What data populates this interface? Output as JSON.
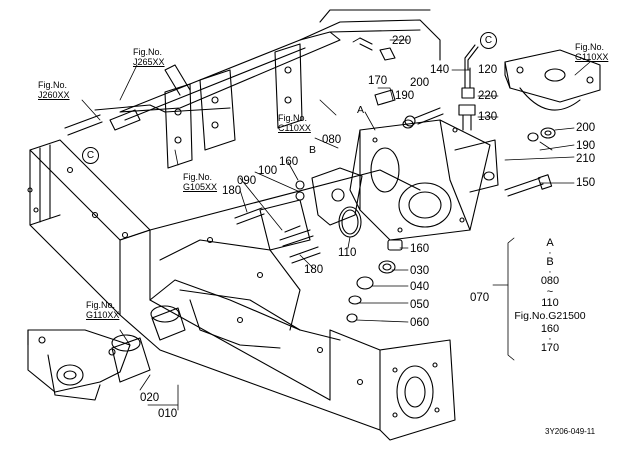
{
  "fig_refs": [
    {
      "id": "j265",
      "title": "Fig.No.",
      "no": "J265XX"
    },
    {
      "id": "j260",
      "title": "Fig.No.",
      "no": "J260XX"
    },
    {
      "id": "c110",
      "title": "Fig.No.",
      "no": "C110XX"
    },
    {
      "id": "g105",
      "title": "Fig.No.",
      "no": "G105XX"
    },
    {
      "id": "g110-top",
      "title": "Fig.No.",
      "no": "G110XX"
    },
    {
      "id": "g110-bottom",
      "title": "Fig.No.",
      "no": "G110XX"
    }
  ],
  "part_labels": {
    "p220a": "220",
    "p170": "170",
    "p140": "140",
    "p120": "120",
    "p200a": "200",
    "p190a": "190",
    "p220b": "220",
    "p130": "130",
    "p200b": "200",
    "p190b": "190",
    "p210": "210",
    "p150": "150",
    "p080": "080",
    "p160a": "160",
    "p100": "100",
    "p090": "090",
    "p180a": "180",
    "p180b": "180",
    "p110": "110",
    "p160b": "160",
    "p030": "030",
    "p040": "040",
    "p050": "050",
    "p060": "060",
    "p020": "020",
    "p010": "010"
  },
  "letters": {
    "a1": "A",
    "b1": "B"
  },
  "circle_c": "C",
  "assembly": {
    "number": "070",
    "lines": [
      "A",
      "·",
      "B",
      "·",
      "080",
      "~",
      "110",
      "Fig.No.G21500",
      "160",
      "·",
      "170"
    ]
  },
  "drawing_ref": "3Y206-049-11"
}
